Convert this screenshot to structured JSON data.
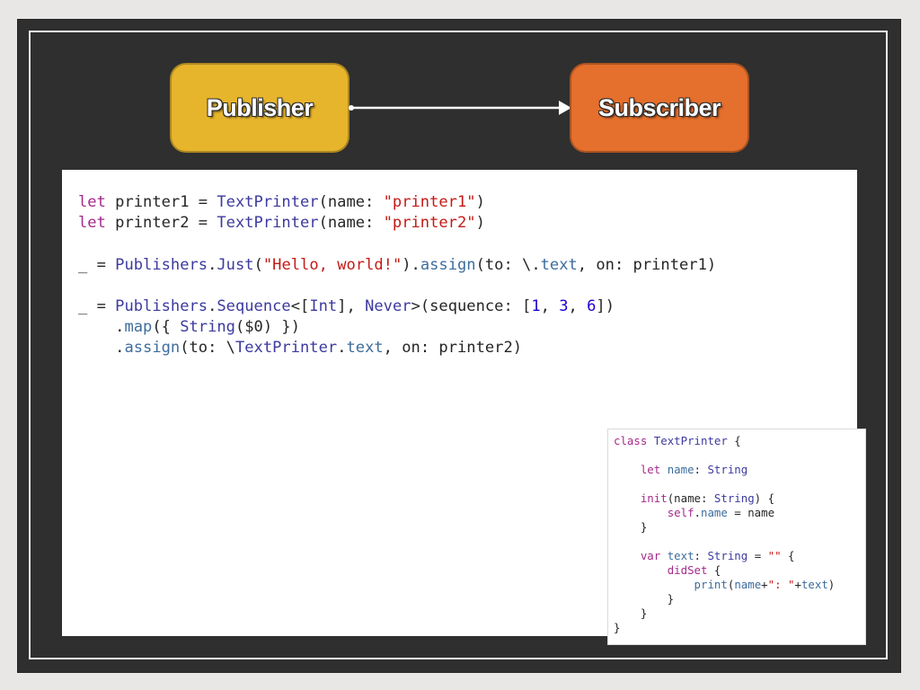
{
  "diagram": {
    "publisher_label": "Publisher",
    "subscriber_label": "Subscriber",
    "colors": {
      "board": "#2f2f2f",
      "publisher": "#e7b52c",
      "subscriber": "#e56f2c",
      "keyword": "#a52a8c",
      "type": "#3d3a9e",
      "method": "#3e6d9c",
      "string": "#c41a16",
      "number": "#1c00cf"
    }
  },
  "main_code": [
    [
      [
        "kw",
        "let"
      ],
      [
        "pl",
        " printer1 = "
      ],
      [
        "ty",
        "TextPrinter"
      ],
      [
        "pl",
        "(name: "
      ],
      [
        "st",
        "\"printer1\""
      ],
      [
        "pl",
        ")"
      ]
    ],
    [
      [
        "kw",
        "let"
      ],
      [
        "pl",
        " printer2 = "
      ],
      [
        "ty",
        "TextPrinter"
      ],
      [
        "pl",
        "(name: "
      ],
      [
        "st",
        "\"printer2\""
      ],
      [
        "pl",
        ")"
      ]
    ],
    [],
    [
      [
        "pl",
        "_ = "
      ],
      [
        "ty",
        "Publishers"
      ],
      [
        "pl",
        "."
      ],
      [
        "ty",
        "Just"
      ],
      [
        "pl",
        "("
      ],
      [
        "st",
        "\"Hello, world!\""
      ],
      [
        "pl",
        ")."
      ],
      [
        "md",
        "assign"
      ],
      [
        "pl",
        "(to: \\."
      ],
      [
        "md",
        "text"
      ],
      [
        "pl",
        ", on: printer1)"
      ]
    ],
    [],
    [
      [
        "pl",
        "_ = "
      ],
      [
        "ty",
        "Publishers"
      ],
      [
        "pl",
        "."
      ],
      [
        "ty",
        "Sequence"
      ],
      [
        "pl",
        "<["
      ],
      [
        "ty",
        "Int"
      ],
      [
        "pl",
        "], "
      ],
      [
        "ty",
        "Never"
      ],
      [
        "pl",
        ">(sequence: ["
      ],
      [
        "nu",
        "1"
      ],
      [
        "pl",
        ", "
      ],
      [
        "nu",
        "3"
      ],
      [
        "pl",
        ", "
      ],
      [
        "nu",
        "6"
      ],
      [
        "pl",
        "])"
      ]
    ],
    [
      [
        "pl",
        "    ."
      ],
      [
        "md",
        "map"
      ],
      [
        "pl",
        "({ "
      ],
      [
        "ty",
        "String"
      ],
      [
        "pl",
        "($0) })"
      ]
    ],
    [
      [
        "pl",
        "    ."
      ],
      [
        "md",
        "assign"
      ],
      [
        "pl",
        "(to: \\"
      ],
      [
        "ty",
        "TextPrinter"
      ],
      [
        "pl",
        "."
      ],
      [
        "md",
        "text"
      ],
      [
        "pl",
        ", on: printer2)"
      ]
    ]
  ],
  "side_code": [
    [
      [
        "kw",
        "class"
      ],
      [
        "pl",
        " "
      ],
      [
        "ty",
        "TextPrinter"
      ],
      [
        "pl",
        " {"
      ]
    ],
    [],
    [
      [
        "pl",
        "    "
      ],
      [
        "kw",
        "let"
      ],
      [
        "pl",
        " "
      ],
      [
        "md",
        "name"
      ],
      [
        "pl",
        ": "
      ],
      [
        "ty",
        "String"
      ]
    ],
    [],
    [
      [
        "pl",
        "    "
      ],
      [
        "kw",
        "init"
      ],
      [
        "pl",
        "(name: "
      ],
      [
        "ty",
        "String"
      ],
      [
        "pl",
        ") {"
      ]
    ],
    [
      [
        "pl",
        "        "
      ],
      [
        "kw",
        "self"
      ],
      [
        "pl",
        "."
      ],
      [
        "md",
        "name"
      ],
      [
        "pl",
        " = name"
      ]
    ],
    [
      [
        "pl",
        "    }"
      ]
    ],
    [],
    [
      [
        "pl",
        "    "
      ],
      [
        "kw",
        "var"
      ],
      [
        "pl",
        " "
      ],
      [
        "md",
        "text"
      ],
      [
        "pl",
        ": "
      ],
      [
        "ty",
        "String"
      ],
      [
        "pl",
        " = "
      ],
      [
        "st",
        "\"\""
      ],
      [
        "pl",
        " {"
      ]
    ],
    [
      [
        "pl",
        "        "
      ],
      [
        "kw",
        "didSet"
      ],
      [
        "pl",
        " {"
      ]
    ],
    [
      [
        "pl",
        "            "
      ],
      [
        "md",
        "print"
      ],
      [
        "pl",
        "("
      ],
      [
        "md",
        "name"
      ],
      [
        "pl",
        "+"
      ],
      [
        "st",
        "\": \""
      ],
      [
        "pl",
        "+"
      ],
      [
        "md",
        "text"
      ],
      [
        "pl",
        ")"
      ]
    ],
    [
      [
        "pl",
        "        }"
      ]
    ],
    [
      [
        "pl",
        "    }"
      ]
    ],
    [
      [
        "pl",
        "}"
      ]
    ]
  ]
}
